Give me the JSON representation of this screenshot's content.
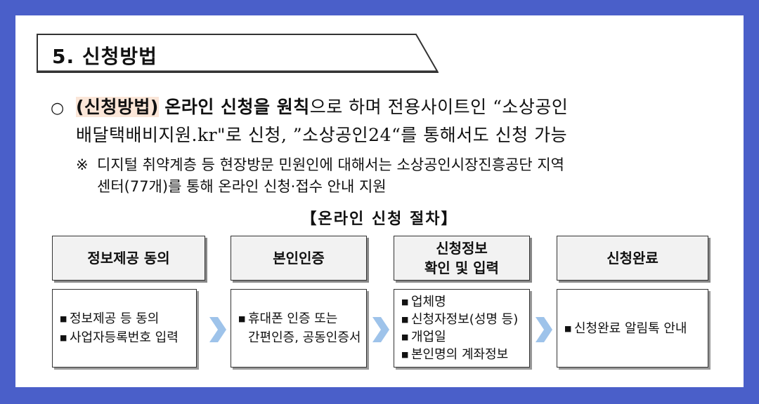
{
  "section": {
    "title": "5. 신청방법"
  },
  "main": {
    "bullet": "○",
    "label": "(신청방법)",
    "bold_text": "온라인 신청을 원칙",
    "text_rest": "으로 하며 전용사이트인 “소상공인",
    "line2": "배달택배비지원.kr\"로 신청, ”소상공인24“를 통해서도 신청 가능"
  },
  "note": {
    "mark": "※",
    "line1": "디지털 취약계층 등 현장방문 민원인에 대해서는 소상공인시장진흥공단 지역",
    "line2": "센터(77개)를 통해 온라인 신청·접수 안내 지원"
  },
  "process": {
    "title": "【온라인 신청 절차】",
    "steps": [
      {
        "head": "정보제공 동의",
        "items": [
          "정보제공 등 동의",
          "사업자등록번호 입력"
        ]
      },
      {
        "head": "본인인증",
        "items": [
          "휴대폰 인증 또는",
          "간편인증, 공동인증서"
        ]
      },
      {
        "head_line1": "신청정보",
        "head_line2": "확인 및 입력",
        "items": [
          "업체명",
          "신청자정보(성명 등)",
          "개업일",
          "본인명의 계좌정보"
        ]
      },
      {
        "head": "신청완료",
        "items": [
          "신청완료 알림톡 안내"
        ]
      }
    ],
    "bullet_glyph": "■"
  },
  "colors": {
    "frame": "#4a5fc9",
    "highlight": "#fbe6d8",
    "arrow": "#9ec3ea"
  }
}
